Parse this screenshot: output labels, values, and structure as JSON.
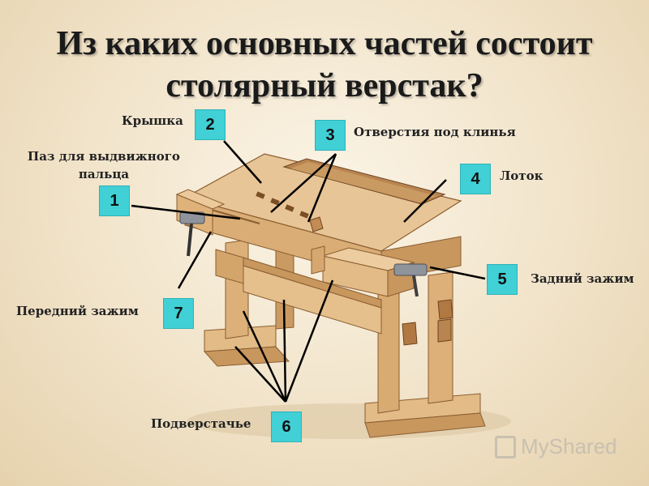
{
  "title": {
    "line1": "Из каких основных частей состоит",
    "line2": "столярный верстак?"
  },
  "labels": {
    "kryshka": "Крышка",
    "paz": "Паз для выдвижного пальца",
    "otverstiya": "Отверстия под клинья",
    "lotok": "Лоток",
    "zadniy_zazhim": "Задний зажим",
    "peredniy_zazhim": "Передний зажим",
    "podverstachye": "Подверстачье"
  },
  "badges": [
    "1",
    "2",
    "3",
    "4",
    "5",
    "6",
    "7"
  ],
  "watermark": {
    "text": "MyShared",
    "icon": "projector-board-icon"
  },
  "colors": {
    "badge": "#40d0d6",
    "wood_light": "#e2bb86",
    "wood_dark": "#b88450"
  }
}
